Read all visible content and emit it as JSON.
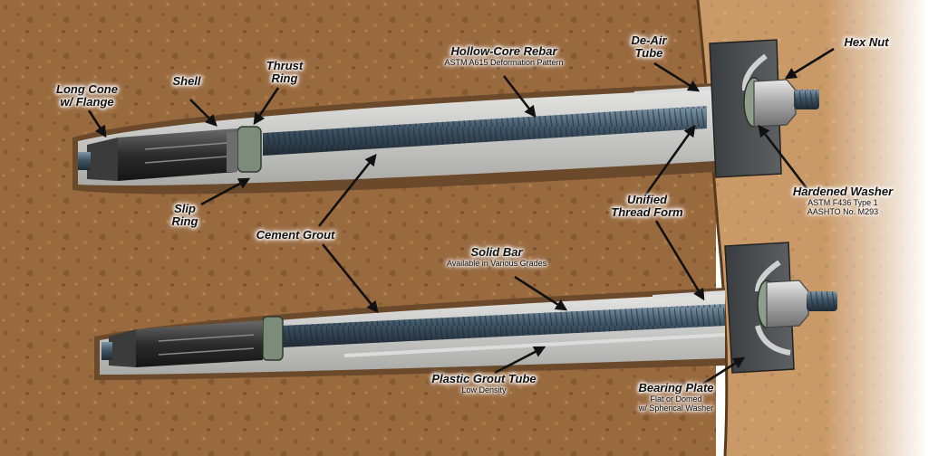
{
  "colors": {
    "soil": "#9a6a3f",
    "soil_dark": "#6e4826",
    "wall": "#c99a68",
    "grout": "#c7c7c4",
    "steel": "#3f5566",
    "plate": "#4a4d4f",
    "label_glow": "#ffffff"
  },
  "labels": {
    "long_cone": {
      "title_line1": "Long Cone",
      "title_line2": "w/ Flange"
    },
    "shell": {
      "title": "Shell"
    },
    "thrust_ring": {
      "title_line1": "Thrust",
      "title_line2": "Ring"
    },
    "hollow_core_rebar": {
      "title": "Hollow-Core Rebar",
      "sub": "ASTM A615 Deformation Pattern"
    },
    "de_air_tube": {
      "title_line1": "De-Air",
      "title_line2": "Tube"
    },
    "hex_nut": {
      "title": "Hex Nut"
    },
    "hardened_washer": {
      "title": "Hardened Washer",
      "sub_line1": "ASTM F436 Type 1",
      "sub_line2": "AASHTO No. M293"
    },
    "slip_ring": {
      "title_line1": "Slip",
      "title_line2": "Ring"
    },
    "cement_grout": {
      "title": "Cement Grout"
    },
    "unified_thread_form": {
      "title_line1": "Unified",
      "title_line2": "Thread Form"
    },
    "solid_bar": {
      "title": "Solid Bar",
      "sub": "Available in Various Grades"
    },
    "plastic_grout_tube": {
      "title": "Plastic Grout Tube",
      "sub": "Low Density"
    },
    "bearing_plate": {
      "title": "Bearing Plate",
      "sub_line1": "Flat or Domed",
      "sub_line2": "w/ Spherical Washer"
    }
  }
}
